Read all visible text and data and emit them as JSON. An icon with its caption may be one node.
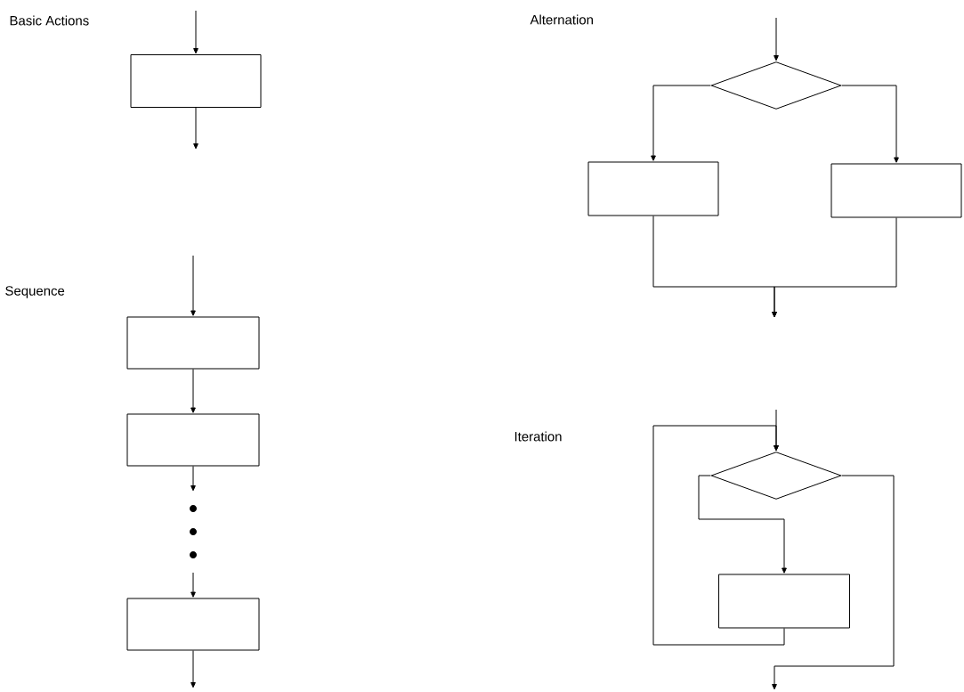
{
  "diagram": {
    "nodes": [
      {
        "text": [],
        "shape": "box"
      },
      {
        "text": [],
        "shape": "box"
      },
      {
        "text": [],
        "shape": "box"
      },
      {
        "text": [],
        "shape": "box"
      },
      {
        "text": [],
        "shape": "diamond"
      },
      {
        "text": [],
        "shape": "box"
      },
      {
        "text": [],
        "shape": "box"
      },
      {
        "text": [],
        "shape": "diamond"
      },
      {
        "text": [],
        "shape": "box"
      }
    ],
    "edges": [
      {
        "from": null,
        "to": 0,
        "arrow": "to"
      },
      {
        "from": 0,
        "to": null,
        "arrow": "to"
      },
      {
        "from": null,
        "to": 1,
        "arrow": "to"
      },
      {
        "from": 1,
        "to": 2,
        "arrow": "to"
      },
      {
        "from": 2,
        "to": null,
        "arrow": "to"
      },
      {
        "from": null,
        "to": 3,
        "arrow": "to"
      },
      {
        "from": 3,
        "to": null,
        "arrow": "to"
      },
      {
        "from": null,
        "to": 4,
        "arrow": "to"
      },
      {
        "from": 4,
        "to": 5,
        "arrow": "to"
      },
      {
        "from": 4,
        "to": 6,
        "arrow": "to"
      },
      {
        "from": 5,
        "to": null,
        "arrow": "to"
      },
      {
        "from": 6,
        "to": null,
        "arrow": "to"
      },
      {
        "from": null,
        "to": 7,
        "arrow": "to"
      },
      {
        "from": 8,
        "to": 7,
        "arrow": "to"
      },
      {
        "from": 7,
        "to": 8,
        "arrow": "to"
      },
      {
        "from": 7,
        "to": null,
        "arrow": "to"
      }
    ],
    "labels": [
      "Basic Actions",
      "Alternation",
      "Sequence",
      "Iteration"
    ]
  }
}
